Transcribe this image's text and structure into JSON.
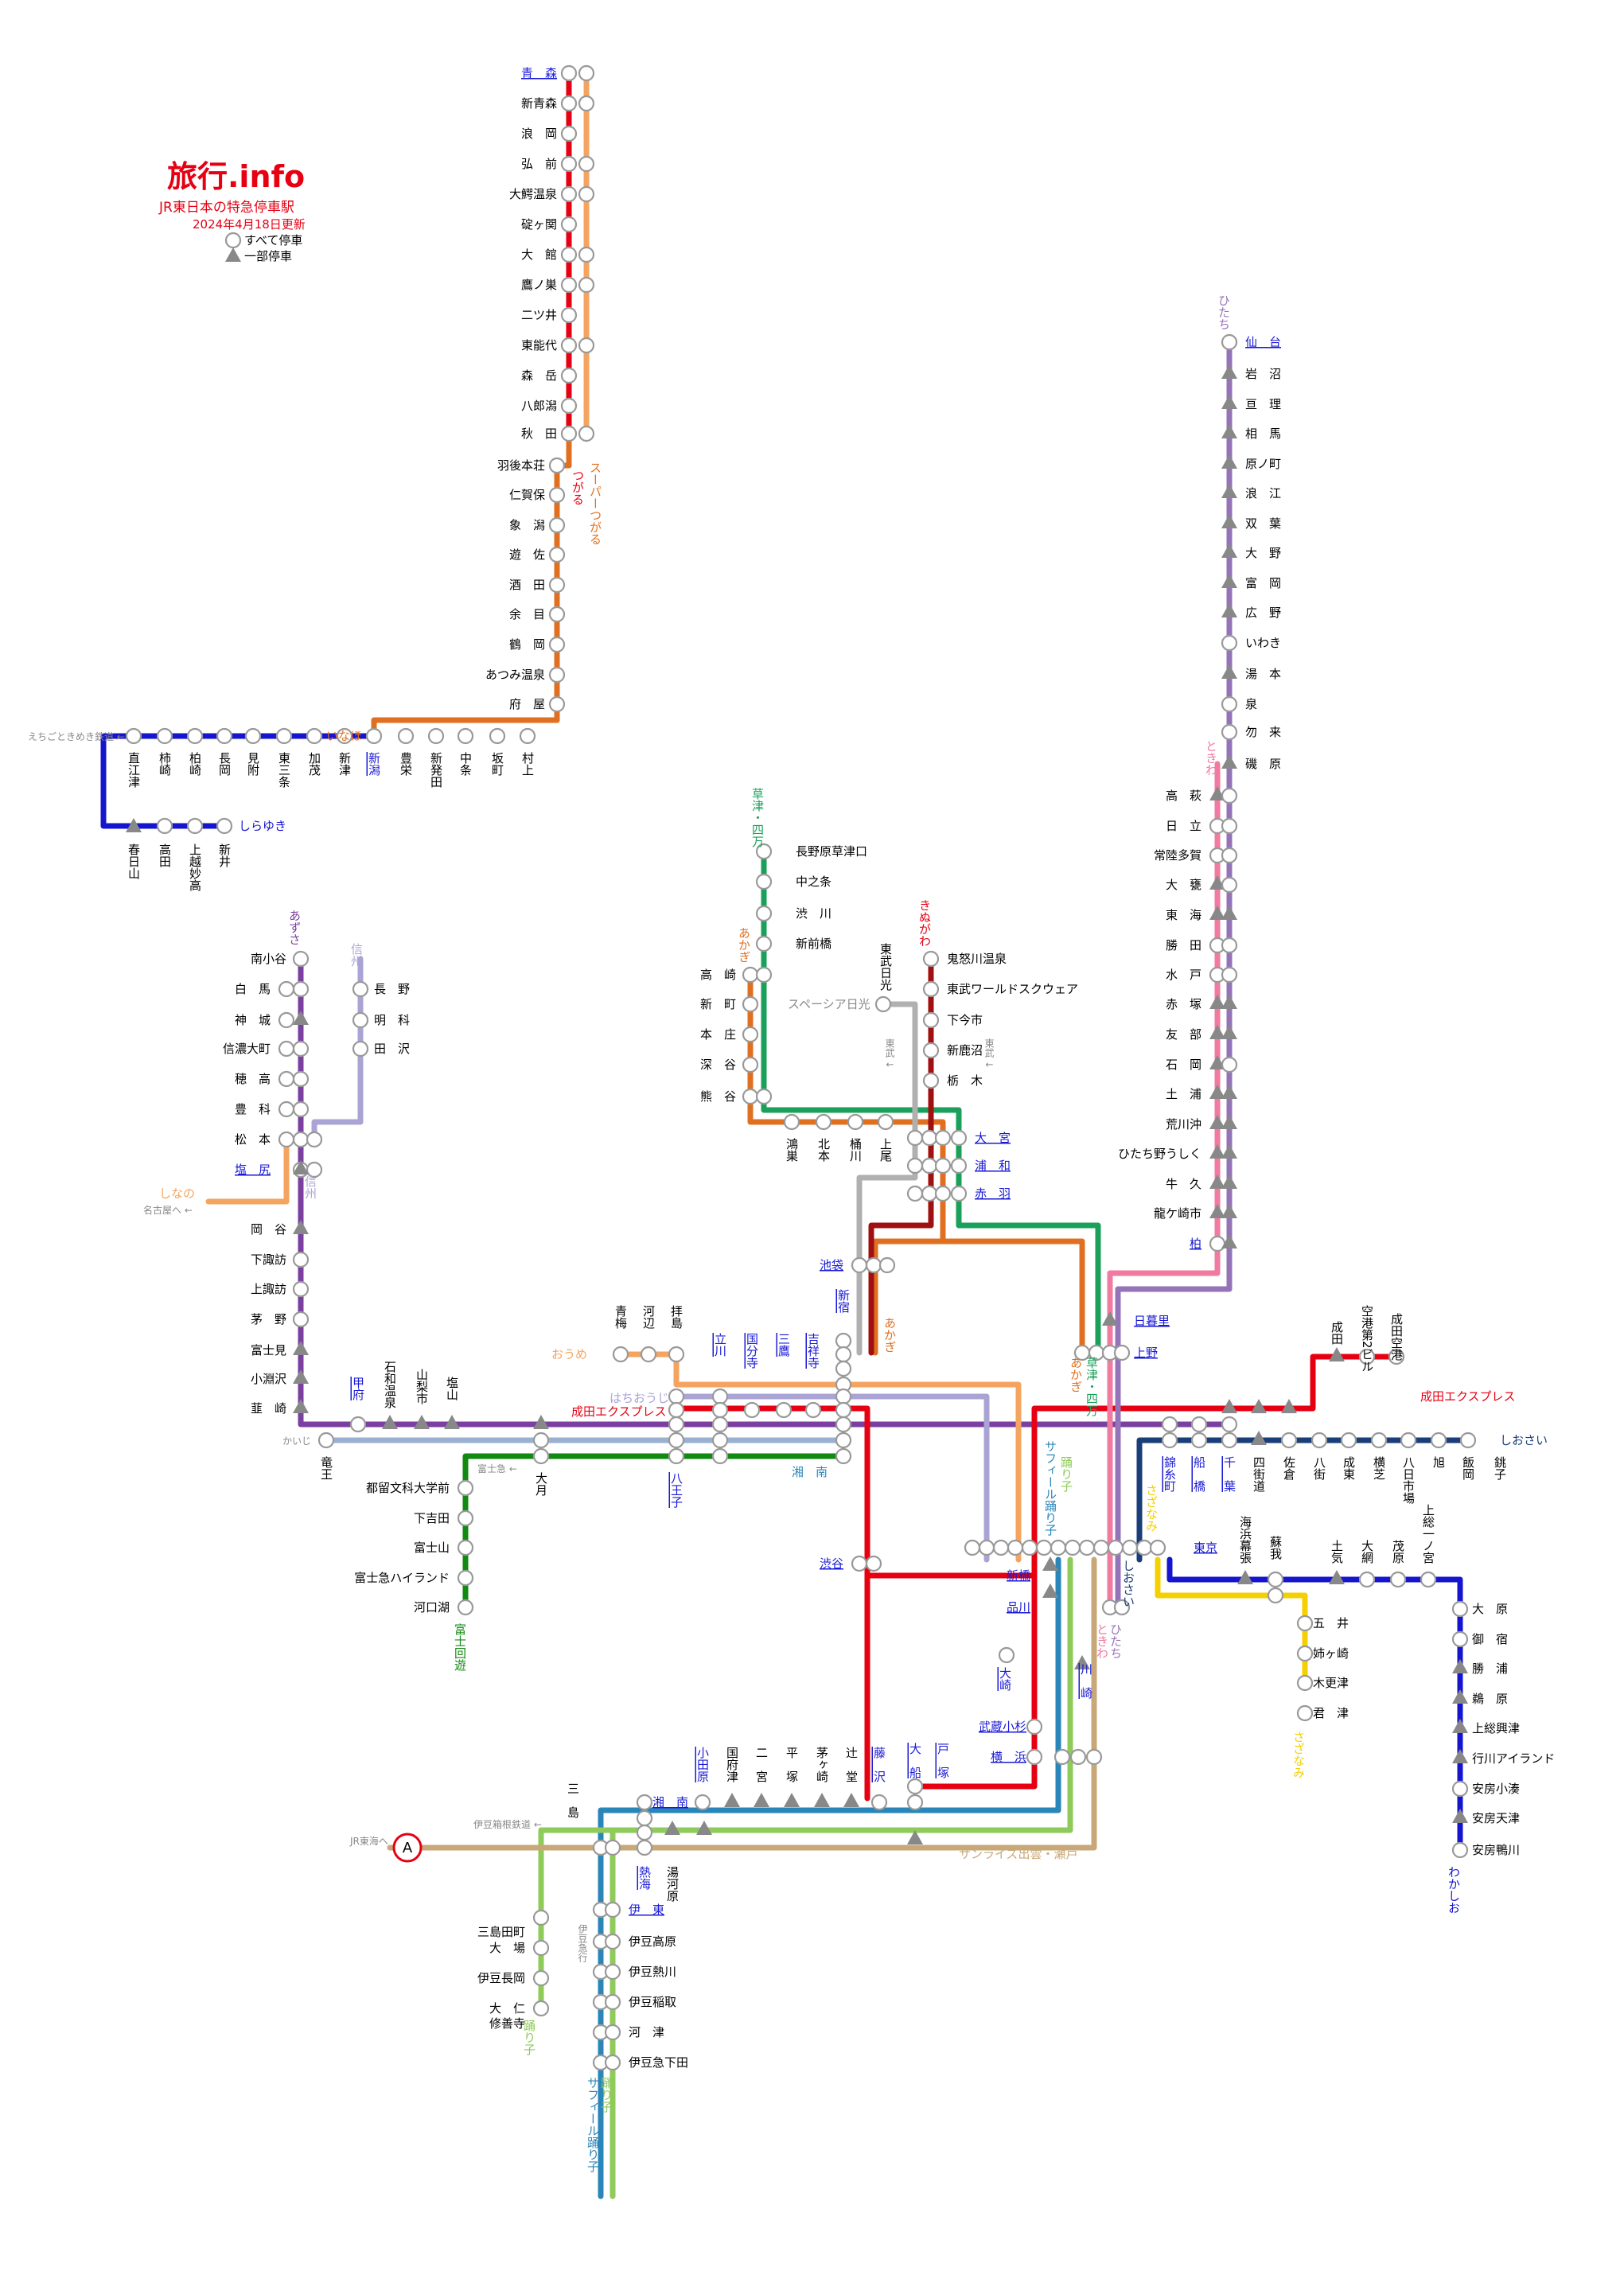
{
  "brand": {
    "logo": "旅行.info",
    "title": "JR東日本の特急停車駅",
    "updated": "2024年4月18日更新",
    "legend_all": "すべて停車",
    "legend_some": "一部停車"
  },
  "colors": {
    "red": "#e60012",
    "orange_light": "#f4a460",
    "orange": "#e07020",
    "blue": "#1515d0",
    "purple": "#7b3fa0",
    "lavender": "#a9a4d4",
    "green": "#1aa05a",
    "darkgreen": "#128a12",
    "darkred": "#a01010",
    "grey": "#b0b0b0",
    "teal": "#2a86b8",
    "lightgreen": "#8fcb5a",
    "yellow": "#f5d000",
    "pink": "#f07aa0",
    "navy": "#1a3e78",
    "tan": "#c8a878",
    "steelblue": "#9ab0d0"
  },
  "labels": {
    "tsugaru": "つがる",
    "super_tsugaru": "スーパーつがる",
    "inaho": "いなほ",
    "shirayuki": "しらゆき",
    "echigo": "えちごときめき鉄道 ←",
    "azusa": "あずさ",
    "shinshu": "信州",
    "shinano": "しなの",
    "nagoya": "名古屋へ ←",
    "kaiji": "かいじ",
    "fujikaiyu": "富士回遊",
    "fujikyu": "富士急 ←",
    "ome": "おうめ",
    "hachioji": "はちおうじ",
    "narita_ex": "成田エクスプレス",
    "kusatsu": "草津・四万",
    "akagi": "あかぎ",
    "kinugawa": "きぬがわ",
    "spacia": "スペーシア日光",
    "tobu": "東武 ↓",
    "hitachi": "ひたち",
    "tokiwa": "ときわ",
    "shiosai": "しおさい",
    "sazanami": "さざなみ",
    "wakashio": "わかしお",
    "saphir": "サフィール踊り子",
    "odoriko": "踊り子",
    "sunrise": "サンライズ出雲・瀬戸",
    "izuhakone": "伊豆箱根鉄道 ←",
    "jr_tokai": "JR東海へ",
    "izukyu": "伊豆急行",
    "a": "A"
  },
  "stations": {
    "aomori": "青　森",
    "shinaomori": "新青森",
    "namioka": "浪　岡",
    "hirosaki": "弘　前",
    "owani": "大鰐温泉",
    "ikarigaseki": "碇ヶ関",
    "odate": "大　館",
    "takanosu": "鷹ノ巣",
    "futatsui": "二ツ井",
    "higashinoshiro": "東能代",
    "moritake": "森　岳",
    "hachiro": "八郎潟",
    "akita": "秋　田",
    "ugohonjo": "羽後本荘",
    "nikaho": "仁賀保",
    "kisakata": "象　潟",
    "yuza": "遊　佐",
    "sakata": "酒　田",
    "amarume": "余　目",
    "tsuruoka": "鶴　岡",
    "atsumi": "あつみ温泉",
    "fuya": "府　屋",
    "murakami": "村上",
    "sakamachi": "坂町",
    "nakajo": "中条",
    "shibata": "新発田",
    "toyosaka": "豊栄",
    "niigata": "新潟",
    "niitsu": "新津",
    "higashisanjo": "東三条",
    "kamo": "加茂",
    "mitsuke": "見附",
    "nagaoka": "長岡",
    "kashiwazaki": "柏崎",
    "kakizaki": "柿崎",
    "naoetsu": "直江津",
    "kasugayama": "春日山",
    "takada": "高田",
    "joetsumyoko": "上越妙高",
    "arai": "新井",
    "minamiotari": "南小谷",
    "hakuba": "白　馬",
    "kamishiro": "神　城",
    "shinanoomachi": "信濃大町",
    "hotaka": "穂　高",
    "toyoshina": "豊　科",
    "matsumoto": "松　本",
    "shiojiri": "塩　尻",
    "nagano": "長　野",
    "akashina": "明　科",
    "hijiri": "田　沢",
    "okaya": "岡　谷",
    "shimosuwa": "下諏訪",
    "kamisuwa": "上諏訪",
    "chino": "茅　野",
    "fujimi": "富士見",
    "kobuchizawa": "小淵沢",
    "nirasaki": "韮　崎",
    "ryuo": "竜王",
    "kofu": "甲府",
    "isawa": "石和温泉",
    "yamanashishi": "山梨市",
    "enzan": "塩山",
    "otsuki": "大月",
    "tsuru": "都留文科大学前",
    "shimoyoshida": "下吉田",
    "fujisan": "富士山",
    "highland": "富士急ハイランド",
    "kawaguchiko": "河口湖",
    "ome": "青梅",
    "kabe": "河辺",
    "haijima": "拝島",
    "tachikawa": "立川",
    "kokubunji": "国分寺",
    "mitaka": "三鷹",
    "kichijoji": "吉祥寺",
    "hachiojiStn": "八王子",
    "shinjuku": "新宿",
    "ikebukuro": "池袋",
    "shibuya": "渋谷",
    "shinagawa": "品川",
    "shinbashi": "新橋",
    "tokyo": "東京",
    "ueno": "上野",
    "nippori": "日暮里",
    "akabane": "赤　羽",
    "urawa": "浦　和",
    "omiya": "大　宮",
    "naganoharakusatsu": "長野原草津口",
    "nakanojo": "中之条",
    "shibukawa": "渋　川",
    "shinmaebashi": "新前橋",
    "takasaki": "高　崎",
    "shinmachi": "新　町",
    "honjo": "本　庄",
    "fukaya": "深　谷",
    "kumagaya": "熊　谷",
    "konosu": "鴻巣",
    "kitamoto": "北本",
    "okegawa": "桶川",
    "ageo": "上尾",
    "kinugawaonsen": "鬼怒川温泉",
    "tobuworld": "東武ワールドスクウェア",
    "shimoimaichi": "下今市",
    "shinkanuma": "新鹿沼",
    "tochigi": "栃　木",
    "tobunikko": "東武日光",
    "sendai": "仙　台",
    "iwanuma": "岩　沼",
    "watari": "亘　理",
    "soma": "相　馬",
    "haranomachi": "原ノ町",
    "namie": "浪　江",
    "futaba": "双　葉",
    "ono": "大　野",
    "tomioka": "富　岡",
    "hirono": "広　野",
    "iwaki": "いわき",
    "yumoto": "湯　本",
    "izumi": "泉",
    "nakoso": "勿　来",
    "isohara": "磯　原",
    "takahagi": "高　萩",
    "hitachiStn": "日　立",
    "hitachitaga": "常陸多賀",
    "ogawa": "大　甕",
    "tokai": "東　海",
    "katsuta": "勝　田",
    "mito": "水　戸",
    "akatsuka": "赤　塚",
    "tomobe": "友　部",
    "ishioka": "石　岡",
    "tsuchiura": "土　浦",
    "arakawaoki": "荒川沖",
    "ushiku_h": "ひたち野うしく",
    "ushiku": "牛　久",
    "ryugasaki": "龍ケ崎市",
    "kashiwa": "柏",
    "narita": "成田",
    "airport2": "空港第2ビル",
    "naritaairport": "成田空港",
    "kinshicho": "錦糸町",
    "funabashi": "船　橋",
    "chiba": "千　葉",
    "yotsukaido": "四街道",
    "sakura": "佐倉",
    "yachimata": "八街",
    "naruto": "成東",
    "yokoshiba": "横芝",
    "yokaichiba": "八日市場",
    "asahi": "旭",
    "iioka": "飯岡",
    "choshi": "銚子",
    "kaihinmakuhari": "海浜幕張",
    "soga": "蘇我",
    "kazusaichinomiya": "上総一ノ宮",
    "mobara": "茂原",
    "oami": "大網",
    "toke": "土気",
    "ohara": "大　原",
    "onjuku": "御　宿",
    "katsuura": "勝　浦",
    "kazusaokitsu": "鵜　原",
    "kazusakominato": "上総興津",
    "gyokawa": "行川アイランド",
    "awakominato": "安房小湊",
    "awaamatsu": "安房天津",
    "awakamogawa": "安房鴨川",
    "goi": "五　井",
    "anegasaki": "姉ヶ崎",
    "kisarazu": "木更津",
    "kimitsu": "君　津",
    "kawasaki": "川　崎",
    "yokohama": "横　浜",
    "musashikosugi": "武蔵小杉",
    "ofuna": "大　船",
    "totsuka": "戸　塚",
    "fujisawa": "藤　沢",
    "tsujido": "辻　堂",
    "chigasaki": "茅ヶ崎",
    "hiratsuka": "平　塚",
    "ninomiya": "二　宮",
    "kozu": "国府津",
    "odawara": "小田原",
    "yugawara": "湯河原",
    "atami": "熱海",
    "mishima": "三　島",
    "mishimatamachi": "三島田町",
    "daiba": "大　場",
    "izunagaoka": "伊豆長岡",
    "ohito": "大　仁",
    "shuzenji": "修善寺",
    "ito": "伊　東",
    "izukogen": "伊豆高原",
    "izuatagawa": "伊豆熱川",
    "izuinatori": "伊豆稲取",
    "kawazu": "河　津",
    "shimoda": "伊豆急下田",
    "osaki": "大崎",
    "shonan": "湘　南",
    "shonan2": "湘　南"
  }
}
